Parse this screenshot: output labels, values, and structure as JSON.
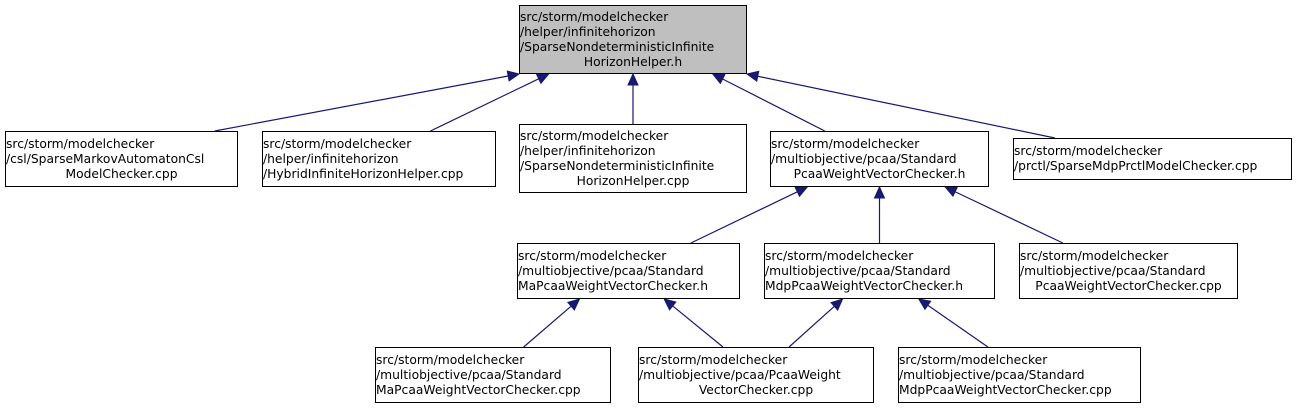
{
  "colors": {
    "edge": "#191970",
    "node_border": "#000000",
    "root_fill": "#bfbfbf",
    "node_fill": "#ffffff"
  },
  "nodes": {
    "root": {
      "lines": [
        "src/storm/modelchecker",
        "/helper/infinitehorizon",
        "/SparseNondeterministicInfinite",
        "HorizonHelper.h"
      ]
    },
    "csl_markov_cpp": {
      "lines": [
        "src/storm/modelchecker",
        "/csl/SparseMarkovAutomatonCsl",
        "ModelChecker.cpp"
      ]
    },
    "hybrid_cpp": {
      "lines": [
        "src/storm/modelchecker",
        "/helper/infinitehorizon",
        "/HybridInfiniteHorizonHelper.cpp"
      ]
    },
    "sparse_nondet_cpp": {
      "lines": [
        "src/storm/modelchecker",
        "/helper/infinitehorizon",
        "/SparseNondeterministicInfinite",
        "HorizonHelper.cpp"
      ]
    },
    "std_pcaa_h": {
      "lines": [
        "src/storm/modelchecker",
        "/multiobjective/pcaa/Standard",
        "PcaaWeightVectorChecker.h"
      ]
    },
    "prctl_cpp": {
      "lines": [
        "src/storm/modelchecker",
        "/prctl/SparseMdpPrctlModelChecker.cpp"
      ]
    },
    "std_ma_h": {
      "lines": [
        "src/storm/modelchecker",
        "/multiobjective/pcaa/Standard",
        "MaPcaaWeightVectorChecker.h"
      ]
    },
    "std_mdp_h": {
      "lines": [
        "src/storm/modelchecker",
        "/multiobjective/pcaa/Standard",
        "MdpPcaaWeightVectorChecker.h"
      ]
    },
    "std_pcaa_cpp": {
      "lines": [
        "src/storm/modelchecker",
        "/multiobjective/pcaa/Standard",
        "PcaaWeightVectorChecker.cpp"
      ]
    },
    "std_ma_cpp": {
      "lines": [
        "src/storm/modelchecker",
        "/multiobjective/pcaa/Standard",
        "MaPcaaWeightVectorChecker.cpp"
      ]
    },
    "pcaa_cpp": {
      "lines": [
        "src/storm/modelchecker",
        "/multiobjective/pcaa/PcaaWeight",
        "VectorChecker.cpp"
      ]
    },
    "std_mdp_cpp": {
      "lines": [
        "src/storm/modelchecker",
        "/multiobjective/pcaa/Standard",
        "MdpPcaaWeightVectorChecker.cpp"
      ]
    }
  },
  "edges": [
    {
      "from": "csl_markov_cpp",
      "to": "root"
    },
    {
      "from": "hybrid_cpp",
      "to": "root"
    },
    {
      "from": "sparse_nondet_cpp",
      "to": "root"
    },
    {
      "from": "std_pcaa_h",
      "to": "root"
    },
    {
      "from": "prctl_cpp",
      "to": "root"
    },
    {
      "from": "std_ma_h",
      "to": "std_pcaa_h"
    },
    {
      "from": "std_mdp_h",
      "to": "std_pcaa_h"
    },
    {
      "from": "std_pcaa_cpp",
      "to": "std_pcaa_h"
    },
    {
      "from": "std_ma_cpp",
      "to": "std_ma_h"
    },
    {
      "from": "pcaa_cpp",
      "to": "std_ma_h"
    },
    {
      "from": "pcaa_cpp",
      "to": "std_mdp_h"
    },
    {
      "from": "std_mdp_cpp",
      "to": "std_mdp_h"
    }
  ]
}
